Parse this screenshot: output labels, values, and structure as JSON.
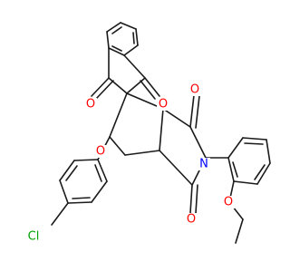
{
  "molecule": {
    "atom_labels": {
      "o_ketone_left": "O",
      "o_ketone_right": "O",
      "o_ring": "O",
      "o_imide_top": "O",
      "o_imide_bottom": "O",
      "n_imide": "N",
      "o_ether": "O",
      "cl": "Cl"
    },
    "colors": {
      "bond": "#1a1a1a",
      "oxygen": "#ff0000",
      "nitrogen": "#0000ff",
      "chlorine": "#00a000"
    }
  }
}
